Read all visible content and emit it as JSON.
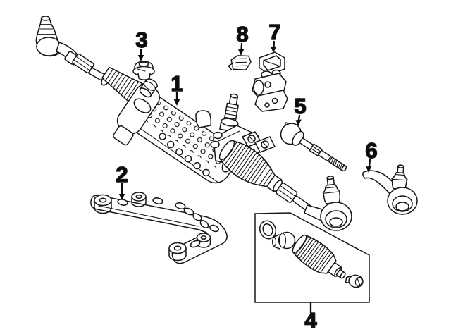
{
  "diagram": {
    "kind": "exploded-parts-line-art",
    "background_color": "#ffffff",
    "line_color": "#161616",
    "label_color": "#0a0a0a",
    "callouts": [
      {
        "number": "1"
      },
      {
        "number": "2"
      },
      {
        "number": "3"
      },
      {
        "number": "4"
      },
      {
        "number": "5"
      },
      {
        "number": "6"
      },
      {
        "number": "7"
      },
      {
        "number": "8"
      }
    ]
  }
}
